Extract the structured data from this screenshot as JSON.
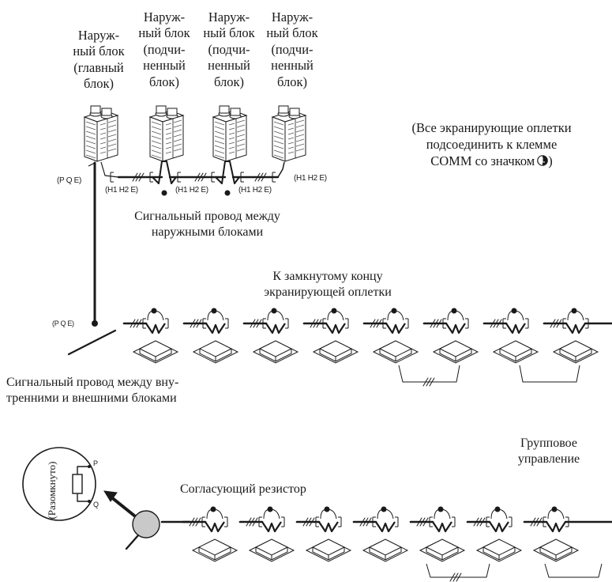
{
  "outdoor_units": {
    "main": "Наруж-\nный блок\n(главный\nблок)",
    "slave_1": "Наруж-\nный блок\n(подчи-\nненный\nблок)",
    "slave_2": "Наруж-\nный блок\n(подчи-\nненный\nблок)",
    "slave_3": "Наруж-\nный блок\n(подчи-\nненный\nблок)"
  },
  "note": "(Все экранирующие оплетки\nподсоединить к клемме\nCOMM со значком",
  "note_end": ")",
  "terminals": {
    "pqe_outdoor": "(P Q E)",
    "pqe_indoor": "(P  Q  E)",
    "h1h2e_1": "(H1 H2 E)",
    "h1h2e_2": "(H1 H2 E)",
    "h1h2e_3": "(H1 H2 E)",
    "h1h2e_4": "(H1 H2 E)"
  },
  "signal_outdoor": "Сигнальный провод между\nнаружными блоками",
  "shield_end": "К замкнутому концу\nэкранирующей оплетки",
  "signal_indoor": "Сигнальный провод между вну-\nтренними и внешними блоками",
  "group_control": "Групповое\nуправление",
  "resistor": "Согласующий резистор",
  "open_label": "(Разомкнуто)",
  "resistor_pins": {
    "p": "P",
    "q": "Q"
  }
}
